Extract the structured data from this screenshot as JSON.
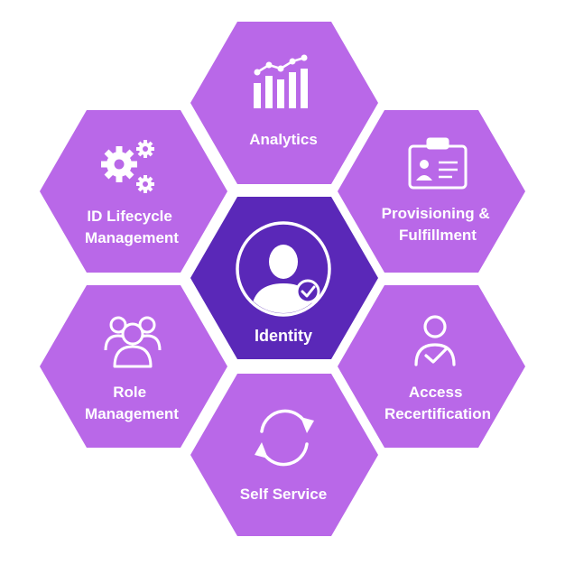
{
  "colors": {
    "outer_hex": "#b968e8",
    "center_hex": "#5a28b8",
    "gap": "#ffffff",
    "icon": "#ffffff"
  },
  "center": {
    "label": "Identity",
    "icon": "user-check-icon"
  },
  "modules": [
    {
      "id": "analytics",
      "label_lines": [
        "Analytics"
      ],
      "icon": "bar-chart-icon"
    },
    {
      "id": "provisioning",
      "label_lines": [
        "Provisioning &",
        "Fulfillment"
      ],
      "icon": "id-badge-icon"
    },
    {
      "id": "access-recertification",
      "label_lines": [
        "Access",
        "Recertification"
      ],
      "icon": "user-check-outline-icon"
    },
    {
      "id": "self-service",
      "label_lines": [
        "Self Service"
      ],
      "icon": "refresh-icon"
    },
    {
      "id": "role-management",
      "label_lines": [
        "Role",
        "Management"
      ],
      "icon": "users-group-icon"
    },
    {
      "id": "id-lifecycle",
      "label_lines": [
        "ID Lifecycle",
        "Management"
      ],
      "icon": "gears-icon"
    }
  ]
}
